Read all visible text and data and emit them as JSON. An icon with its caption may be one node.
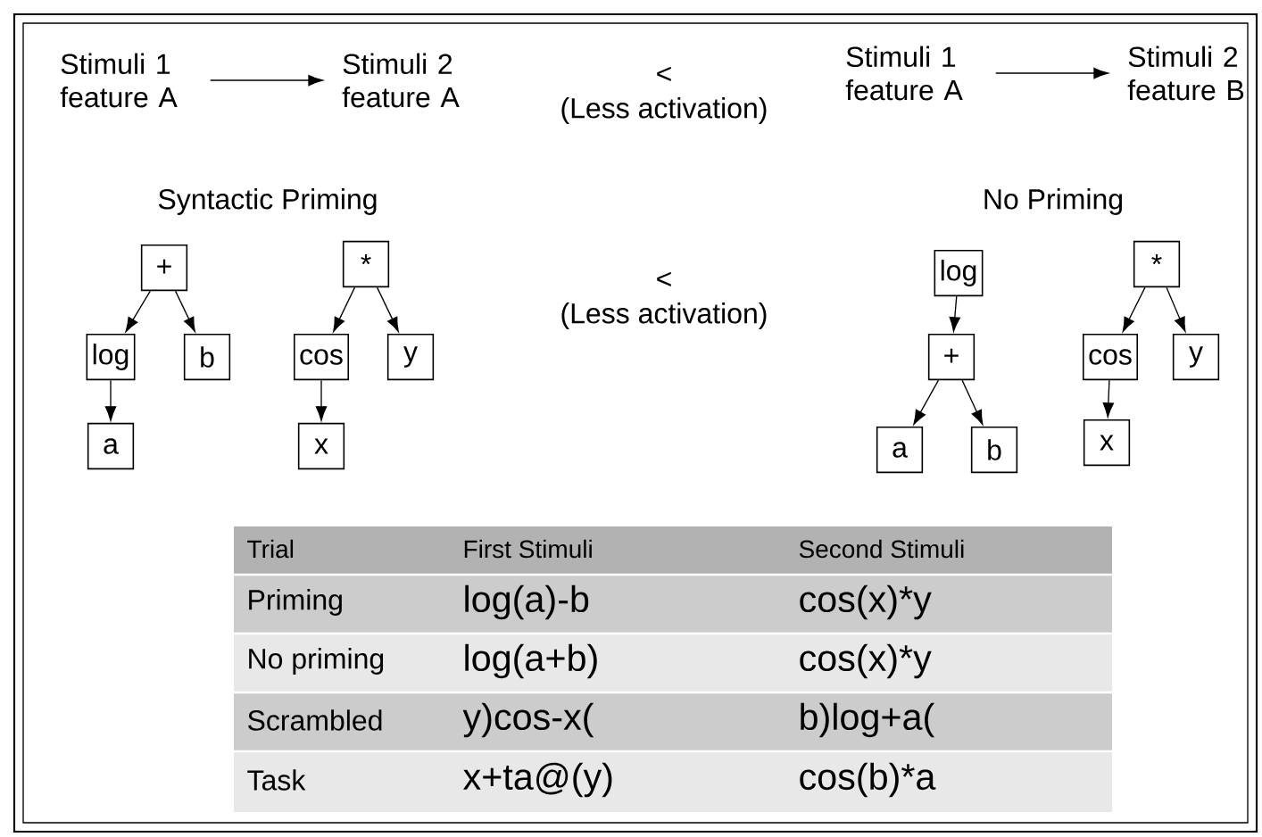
{
  "diagram": {
    "nodes": [
      {
        "text": [
          "Stimuli 1 feature A"
        ]
      },
      {
        "text": [
          "Stimuli 2 feature A"
        ]
      },
      {
        "text": [
          "Stimuli 1 feature A"
        ]
      },
      {
        "text": [
          "Stimuli 2 feature B"
        ]
      },
      {
        "text": [
          "+"
        ]
      },
      {
        "text": [
          "log"
        ]
      },
      {
        "text": [
          "b"
        ]
      },
      {
        "text": [
          "a"
        ]
      },
      {
        "text": [
          "*"
        ]
      },
      {
        "text": [
          "cos"
        ]
      },
      {
        "text": [
          "y"
        ]
      },
      {
        "text": [
          "x"
        ]
      },
      {
        "text": [
          "log"
        ]
      },
      {
        "text": [
          "+"
        ]
      },
      {
        "text": [
          "a"
        ]
      },
      {
        "text": [
          "b"
        ]
      },
      {
        "text": [
          "*"
        ]
      },
      {
        "text": [
          "cos"
        ]
      },
      {
        "text": [
          "y"
        ]
      },
      {
        "text": [
          "x"
        ]
      }
    ],
    "edges": [
      {
        "from": 0,
        "to": 1,
        "arrow": "to"
      },
      {
        "from": 2,
        "to": 3,
        "arrow": "to"
      },
      {
        "from": 4,
        "to": 5,
        "arrow": "to"
      },
      {
        "from": 4,
        "to": 6,
        "arrow": "to"
      },
      {
        "from": 5,
        "to": 7,
        "arrow": "to"
      },
      {
        "from": 8,
        "to": 9,
        "arrow": "to"
      },
      {
        "from": 8,
        "to": 10,
        "arrow": "to"
      },
      {
        "from": 9,
        "to": 11,
        "arrow": "to"
      },
      {
        "from": 12,
        "to": 13,
        "arrow": "to"
      },
      {
        "from": 13,
        "to": 14,
        "arrow": "to"
      },
      {
        "from": 13,
        "to": 15,
        "arrow": "to"
      },
      {
        "from": 16,
        "to": 17,
        "arrow": "to"
      },
      {
        "from": 16,
        "to": 18,
        "arrow": "to"
      },
      {
        "from": 17,
        "to": 19,
        "arrow": "to"
      }
    ],
    "labels": [
      "<",
      "(Less activation)",
      "Syntactic Priming",
      "No Priming",
      "<",
      "(Less activation)",
      "Trial",
      "First Stimuli",
      "Second Stimuli",
      "Priming",
      "log(a)-b",
      "cos(x)*y",
      "No priming",
      "log(a+b)",
      "cos(x)*y",
      "Scrambled",
      "y)cos-x(",
      "b)log+a(",
      "Task",
      "x+ta@(y)",
      "cos(b)*a"
    ]
  }
}
